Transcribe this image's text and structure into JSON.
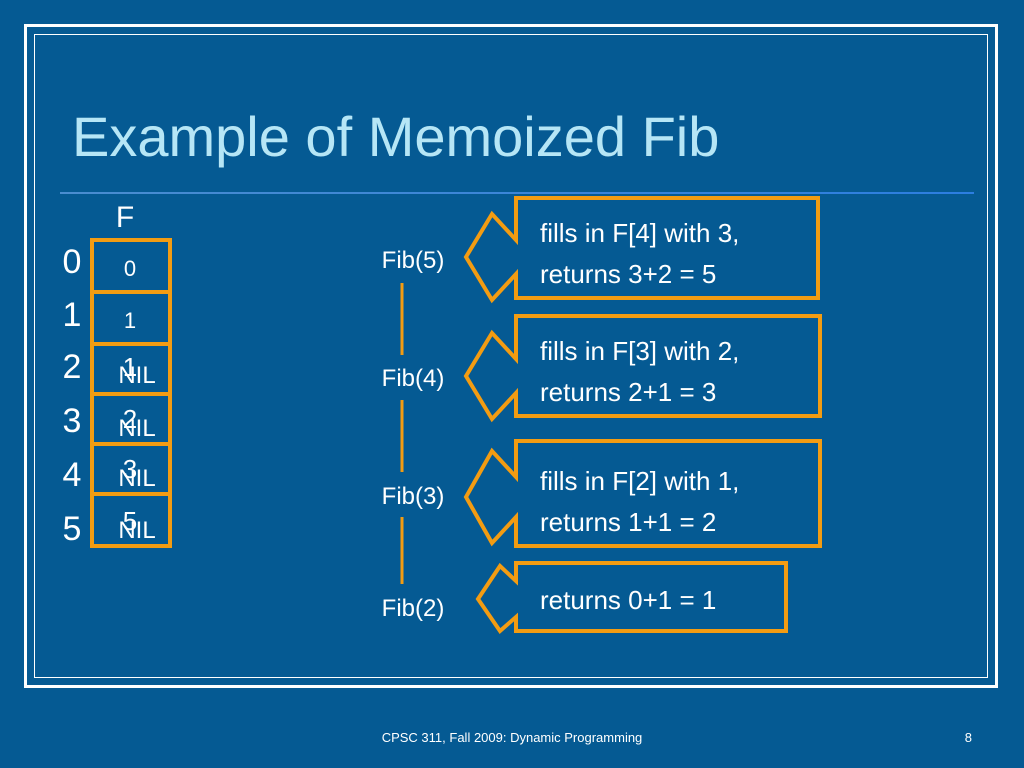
{
  "slide": {
    "title": "Example of Memoized Fib",
    "footer": "CPSC 311, Fall 2009:  Dynamic Programming",
    "page_number": "8"
  },
  "colors": {
    "background": "#055A93",
    "title": "#B6E6F6",
    "accent_orange": "#F39C12",
    "text": "#ffffff"
  },
  "table": {
    "header": "F",
    "indices": [
      "0",
      "1",
      "2",
      "3",
      "4",
      "5"
    ],
    "cells": [
      {
        "base": "0",
        "overlay": ""
      },
      {
        "base": "1",
        "overlay": ""
      },
      {
        "base": "1",
        "overlay": "NIL"
      },
      {
        "base": "2",
        "overlay": "NIL"
      },
      {
        "base": "3",
        "overlay": "NIL"
      },
      {
        "base": "5",
        "overlay": "NIL"
      }
    ]
  },
  "calls": [
    "Fib(5)",
    "Fib(4)",
    "Fib(3)",
    "Fib(2)"
  ],
  "callouts": [
    {
      "line1": "fills in F[4] with 3,",
      "line2": "returns 3+2 = 5"
    },
    {
      "line1": "fills in F[3] with 2,",
      "line2": "returns 2+1 = 3"
    },
    {
      "line1": "fills in F[2] with 1,",
      "line2": "returns 1+1 = 2"
    },
    {
      "line1": "returns 0+1 = 1",
      "line2": ""
    }
  ]
}
